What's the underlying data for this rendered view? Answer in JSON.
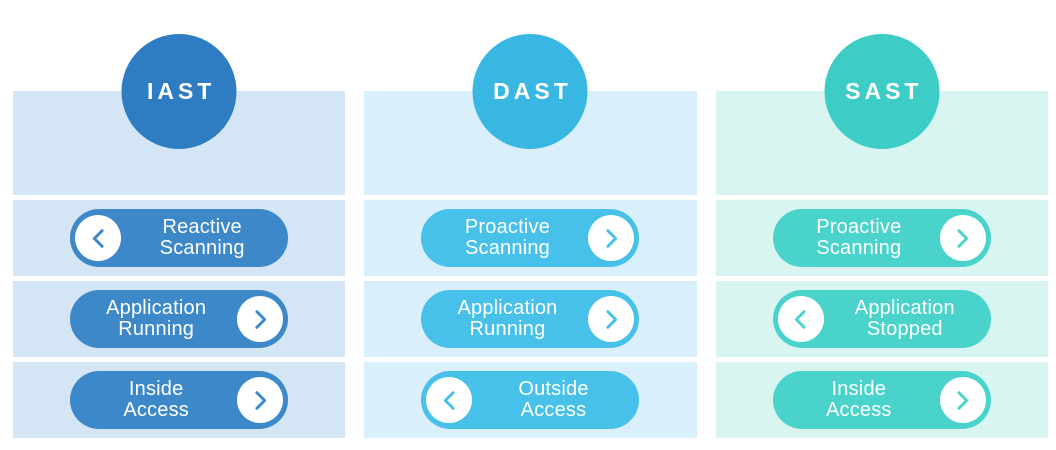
{
  "figure": {
    "columns": [
      {
        "id": "iast",
        "title": "IAST",
        "colors": {
          "circle": "#2e7dc2",
          "pill": "#3d88c9",
          "band": "#d4e5f5"
        },
        "pills": [
          {
            "lines": [
              "Reactive",
              "Scanning"
            ],
            "chevron": "left"
          },
          {
            "lines": [
              "Application",
              "Running"
            ],
            "chevron": "right"
          },
          {
            "lines": [
              "Inside",
              "Access"
            ],
            "chevron": "right"
          }
        ]
      },
      {
        "id": "dast",
        "title": "DAST",
        "colors": {
          "circle": "#38b7e3",
          "pill": "#47c1e9",
          "band": "#d9effb"
        },
        "pills": [
          {
            "lines": [
              "Proactive",
              "Scanning"
            ],
            "chevron": "right"
          },
          {
            "lines": [
              "Application",
              "Running"
            ],
            "chevron": "right"
          },
          {
            "lines": [
              "Outside",
              "Access"
            ],
            "chevron": "left"
          }
        ]
      },
      {
        "id": "sast",
        "title": "SAST",
        "colors": {
          "circle": "#3ecdc6",
          "pill": "#49d3ca",
          "band": "#d8f5f1"
        },
        "pills": [
          {
            "lines": [
              "Proactive",
              "Scanning"
            ],
            "chevron": "right"
          },
          {
            "lines": [
              "Application",
              "Stopped"
            ],
            "chevron": "left"
          },
          {
            "lines": [
              "Inside",
              "Access"
            ],
            "chevron": "right"
          }
        ]
      }
    ]
  }
}
